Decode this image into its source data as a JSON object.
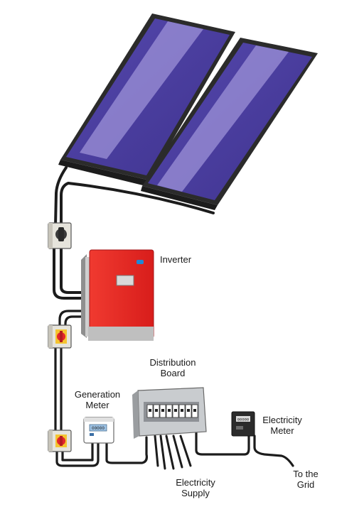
{
  "labels": {
    "inverter": "Inverter",
    "distribution_board": [
      "Distribution",
      "Board"
    ],
    "generation_meter": [
      "Generation",
      "Meter"
    ],
    "electricity_meter": [
      "Electricity",
      "Meter"
    ],
    "electricity_supply": [
      "Electricity",
      "Supply"
    ],
    "to_the_grid": [
      "To the",
      "Grid"
    ]
  },
  "meter_readouts": {
    "generation_meter": "00000",
    "electricity_meter": "00000"
  },
  "colors": {
    "panel_fill": "#4b3f9e",
    "panel_frame": "#2a2a2a",
    "panel_highlight": "#a99ee0",
    "inverter_red": "#e52320",
    "inverter_display": "#d9d9d9",
    "inverter_led": "#1e88d6",
    "cable": "#1c1c1c",
    "isolator_body": "#e6e4dc",
    "isolator_knob_red": "#e3262a",
    "isolator_knob_yellow": "#f4c430",
    "board_body": "#c9cccf"
  }
}
